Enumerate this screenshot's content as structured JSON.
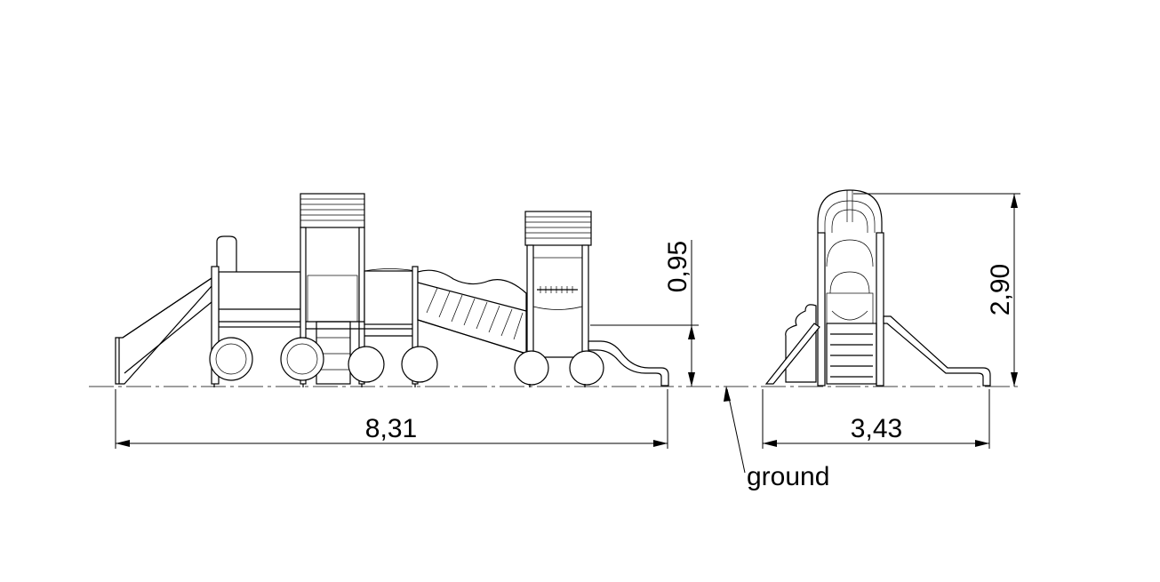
{
  "dimensions": {
    "side_length": "8,31",
    "front_width": "3,43",
    "platform_height": "0,95",
    "total_height": "2,90"
  },
  "labels": {
    "ground": "ground"
  }
}
